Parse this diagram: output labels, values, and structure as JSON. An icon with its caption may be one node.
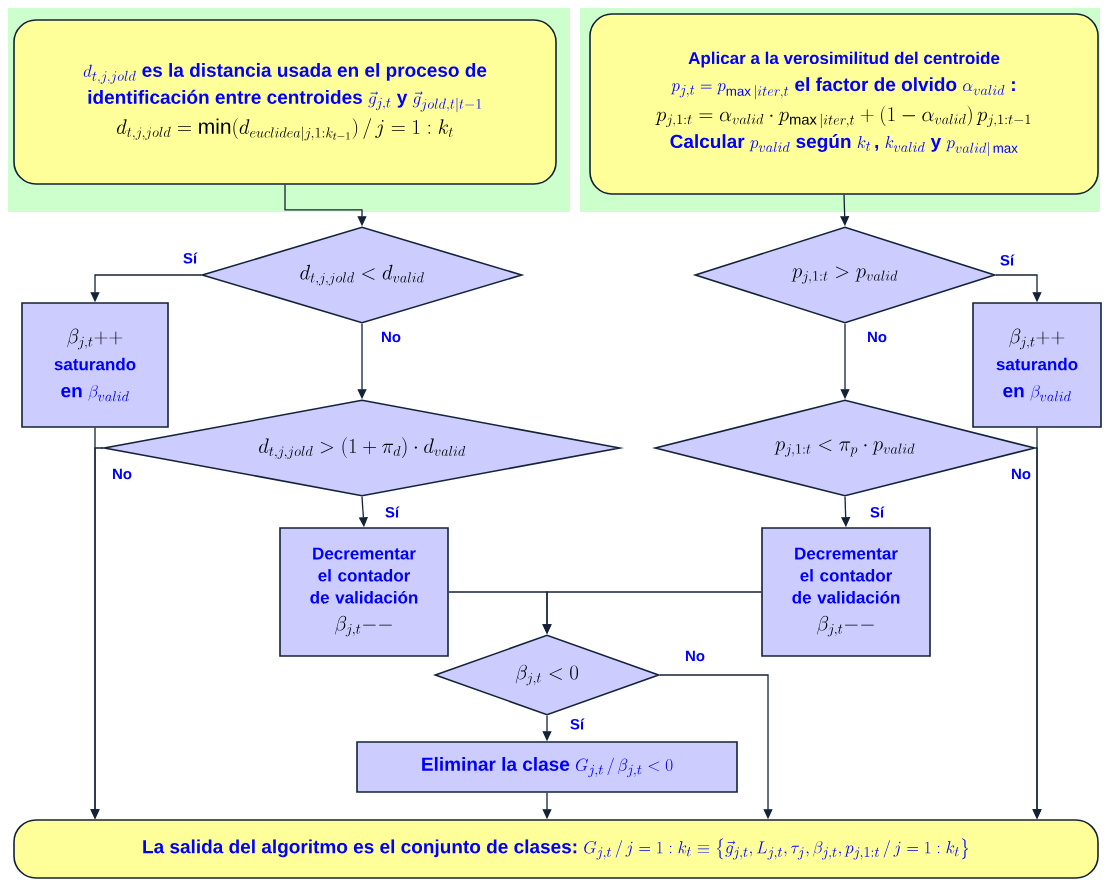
{
  "diagram": {
    "nodes": [
      {
        "text": [
          "d_{t,j,jold}\\ \\text{es la distancia usada en el proceso de}",
          "\\text{identificación entre centroides}\\ \\vec{g}_{j,t}\\ \\text{y}\\ \\vec{g}_{jold,t|t-1}",
          "d_{t,j,jold}=\\min(d_{euclidea|j,1:k_{t-1}})\\,/\\,j=1:k_t"
        ]
      },
      {
        "text": [
          "Aplicar a la verosimilitud del centroide",
          "p_{j,t}=p_{\\max|iter,t}\\ \\text{el factor de olvido}\\ \\alpha_{valid}\\ \\text{:}",
          "p_{j,1:t}=\\alpha_{valid}\\cdot p_{\\max|iter,t}+(1-\\alpha_{valid})\\,p_{j,1:t-1}",
          "\\text{Calcular}\\ p_{valid}\\ \\text{según}\\ k_t\\,\\text{,}\\ k_{valid}\\ \\text{y}\\ p_{valid|\\max}"
        ]
      },
      {
        "text": [
          "d_{t,j,jold}<d_{valid}"
        ]
      },
      {
        "text": [
          "p_{j,1:t}>p_{valid}"
        ]
      },
      {
        "text": [
          "\\beta_{j,t}{+}{+}",
          "saturando",
          "\\text{en}\\ \\beta_{valid}"
        ]
      },
      {
        "text": [
          "\\beta_{j,t}{+}{+}",
          "saturando",
          "\\text{en}\\ \\beta_{valid}"
        ]
      },
      {
        "text": [
          "d_{t,j,jold}>(1+\\pi_d)\\cdot d_{valid}"
        ]
      },
      {
        "text": [
          "p_{j,1:t}<\\pi_p\\cdot p_{valid}"
        ]
      },
      {
        "text": [
          "Decrementar el contador de validación",
          "\\beta_{j,t}{-}{-}"
        ]
      },
      {
        "text": [
          "Decrementar el contador de validación",
          "\\beta_{j,t}{-}{-}"
        ]
      },
      {
        "text": [
          "\\beta_{j,t}<0"
        ]
      },
      {
        "text": [
          "\\text{Eliminar la clase}\\ G_{j,t}\\,/\\,\\beta_{j,t}<0"
        ]
      },
      {
        "text": [
          "\\text{La salida del algoritmo es el conjunto de clases:}\\ G_{j,t}\\,/\\,j=1:k_t\\equiv\\left\\{\\vec{g}_{j,t},L_{j,t},\\tau_j,\\beta_{j,t},p_{j,1:t}\\,/\\,j=1:k_t\\right\\}"
        ]
      }
    ],
    "edges": [
      {
        "from": 0,
        "to": 2,
        "arrow": "to"
      },
      {
        "from": 1,
        "to": 3,
        "arrow": "to"
      },
      {
        "from": 2,
        "to": 4,
        "arrow": "to",
        "label": "Sí"
      },
      {
        "from": 2,
        "to": 6,
        "arrow": "to",
        "label": "No"
      },
      {
        "from": 3,
        "to": 5,
        "arrow": "to",
        "label": "Sí"
      },
      {
        "from": 3,
        "to": 7,
        "arrow": "to",
        "label": "No"
      },
      {
        "from": 4,
        "to": 12,
        "arrow": "to"
      },
      {
        "from": 6,
        "to": 12,
        "arrow": "to",
        "label": "No"
      },
      {
        "from": 6,
        "to": 8,
        "arrow": "to",
        "label": "Sí"
      },
      {
        "from": 7,
        "to": 9,
        "arrow": "to",
        "label": "Sí"
      },
      {
        "from": 5,
        "to": 12,
        "arrow": "to"
      },
      {
        "from": 7,
        "to": 12,
        "arrow": "to",
        "label": "No"
      },
      {
        "from": 8,
        "to": 10,
        "arrow": "to"
      },
      {
        "from": 9,
        "to": 10,
        "arrow": "to"
      },
      {
        "from": 10,
        "to": 11,
        "arrow": "to",
        "label": "Sí"
      },
      {
        "from": 10,
        "to": 12,
        "arrow": "to",
        "label": "No"
      },
      {
        "from": 11,
        "to": 12,
        "arrow": "to"
      }
    ]
  }
}
